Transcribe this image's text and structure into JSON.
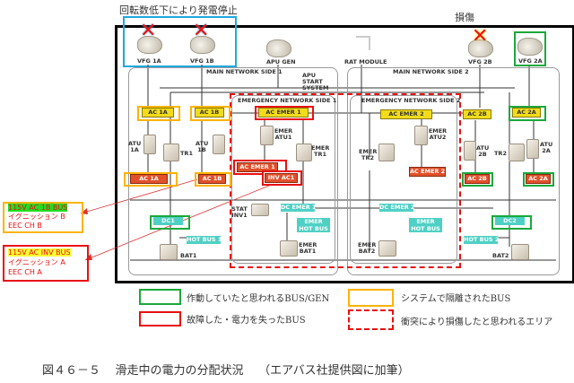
{
  "annotations": {
    "rpm_drop": "回転数低下により発電停止",
    "damage": "損傷"
  },
  "generators": {
    "vfg1a": "VFG 1A",
    "vfg1b": "VFG 1B",
    "apu": "APU GEN",
    "rat": "RAT MODULE",
    "vfg2b": "VFG 2B",
    "vfg2a": "VFG 2A"
  },
  "networks": {
    "main1": "MAIN NETWORK SIDE 1",
    "main2": "MAIN NETWORK SIDE 2",
    "emer1": "EMERGENCY NETWORK SIDE 1",
    "emer2": "EMERGENCY NETWORK SIDE 2",
    "apu_start": "APU START SYSTEM"
  },
  "buses": {
    "ac1a_top": "AC 1A",
    "ac1b_top": "AC 1B",
    "acemer1_top": "AC EMER 1",
    "acemer2_top": "AC EMER 2",
    "ac2b_top": "AC 2B",
    "ac2a_top": "AC 2A",
    "ac1a": "AC 1A",
    "ac1b": "AC 1B",
    "acemer1": "AC EMER 1",
    "invac1": "INV AC1",
    "acemer2": "AC EMER 2",
    "ac2b": "AC 2B",
    "ac2a": "AC 2A",
    "dc1": "DC1",
    "dc2": "DC2",
    "dcemer1": "DC EMER 1",
    "dcemer2": "DC EMER 2",
    "emerhot1": "EMER HOT BUS 1",
    "emerhot2": "EMER HOT BUS 2",
    "hot1": "HOT BUS 1",
    "hot2": "HOT BUS 2"
  },
  "devices": {
    "atu1a": "ATU 1A",
    "tr1": "TR1",
    "atu1b": "ATU 1B",
    "emeratu1": "EMER ATU1",
    "emertr1": "EMER TR1",
    "emertr2": "EMER TR2",
    "emeratu2": "EMER ATU2",
    "atu2b": "ATU 2B",
    "tr2": "TR2",
    "atu2a": "ATU 2A",
    "statinv1": "STAT INV1",
    "bat1": "BAT1",
    "emerbat1": "EMER BAT1",
    "emerbat2": "EMER BAT2",
    "bat2": "BAT2"
  },
  "callouts": [
    {
      "line1": "115V AC 1B BUS",
      "line2": "イグニッション B",
      "line3": "EEC CH B",
      "highlight": "#22dd22"
    },
    {
      "line1": "115V AC INV BUS",
      "line2": "イグニッション A",
      "line3": "EEC CH A",
      "highlight": "#ffff33"
    }
  ],
  "legend": [
    {
      "text": "作動していたと思われるBUS/GEN",
      "color": "#1aa83c",
      "style": "solid"
    },
    {
      "text": "故障した・電力を失ったBUS",
      "color": "#e81010",
      "style": "solid"
    },
    {
      "text": "システムで隔離されたBUS",
      "color": "#ffb300",
      "style": "solid"
    },
    {
      "text": "衝突により損傷したと思われるエリア",
      "color": "#e81010",
      "style": "dashed"
    }
  ],
  "caption": {
    "figure": "図４６－５",
    "title": "滑走中の電力の分配状況",
    "note": "（エアバス社提供図に加筆）"
  }
}
